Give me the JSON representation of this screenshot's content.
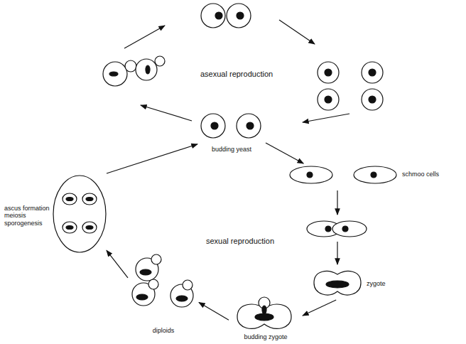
{
  "diagram": {
    "nodes": [
      {
        "text": [
          "budding yeast"
        ]
      },
      {
        "text": [
          "schmoo cells"
        ]
      },
      {
        "text": [
          "zygote"
        ]
      },
      {
        "text": [
          "budding zygote"
        ]
      },
      {
        "text": [
          "diploids"
        ]
      },
      {
        "text": [
          "ascus formation meiosis sporogenesis"
        ]
      }
    ],
    "edges": [
      {
        "from": 0,
        "to": 1,
        "arrow": "to"
      },
      {
        "from": 2,
        "to": 3,
        "arrow": "to"
      },
      {
        "from": 3,
        "to": 4,
        "arrow": "to"
      },
      {
        "from": 4,
        "to": 5,
        "arrow": "to"
      },
      {
        "from": 5,
        "to": 0,
        "arrow": "to"
      }
    ],
    "labels": [
      "asexual reproduction",
      "sexual reproduction"
    ]
  }
}
